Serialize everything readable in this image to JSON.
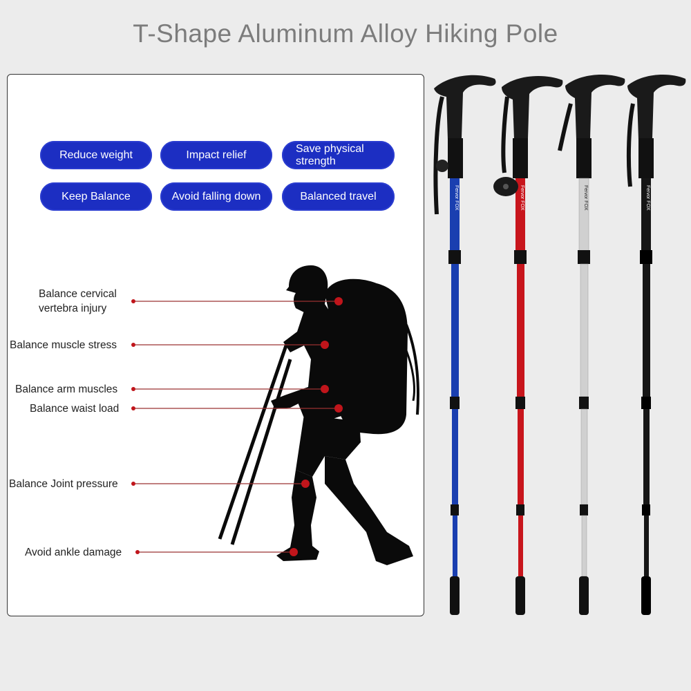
{
  "title": "T-Shape Aluminum Alloy Hiking Pole",
  "benefits": [
    "Reduce weight",
    "Impact relief",
    "Save physical strength",
    "Keep Balance",
    "Avoid falling down",
    "Balanced travel"
  ],
  "body_points": [
    "Balance cervical vertebra injury",
    "Balance muscle stress",
    "Balance arm muscles",
    "Balance waist load",
    "Balance Joint pressure",
    "Avoid ankle damage"
  ],
  "pole_colors": [
    "blue",
    "red",
    "silver",
    "black"
  ],
  "pole_text": "Fervor FOX",
  "colors": {
    "pill": "#1c2ec2",
    "marker": "#c0151b",
    "blue_pole": "#1a3fb0",
    "red_pole": "#c8151c",
    "silver_pole": "#d0d0d0",
    "black_pole": "#161616"
  }
}
